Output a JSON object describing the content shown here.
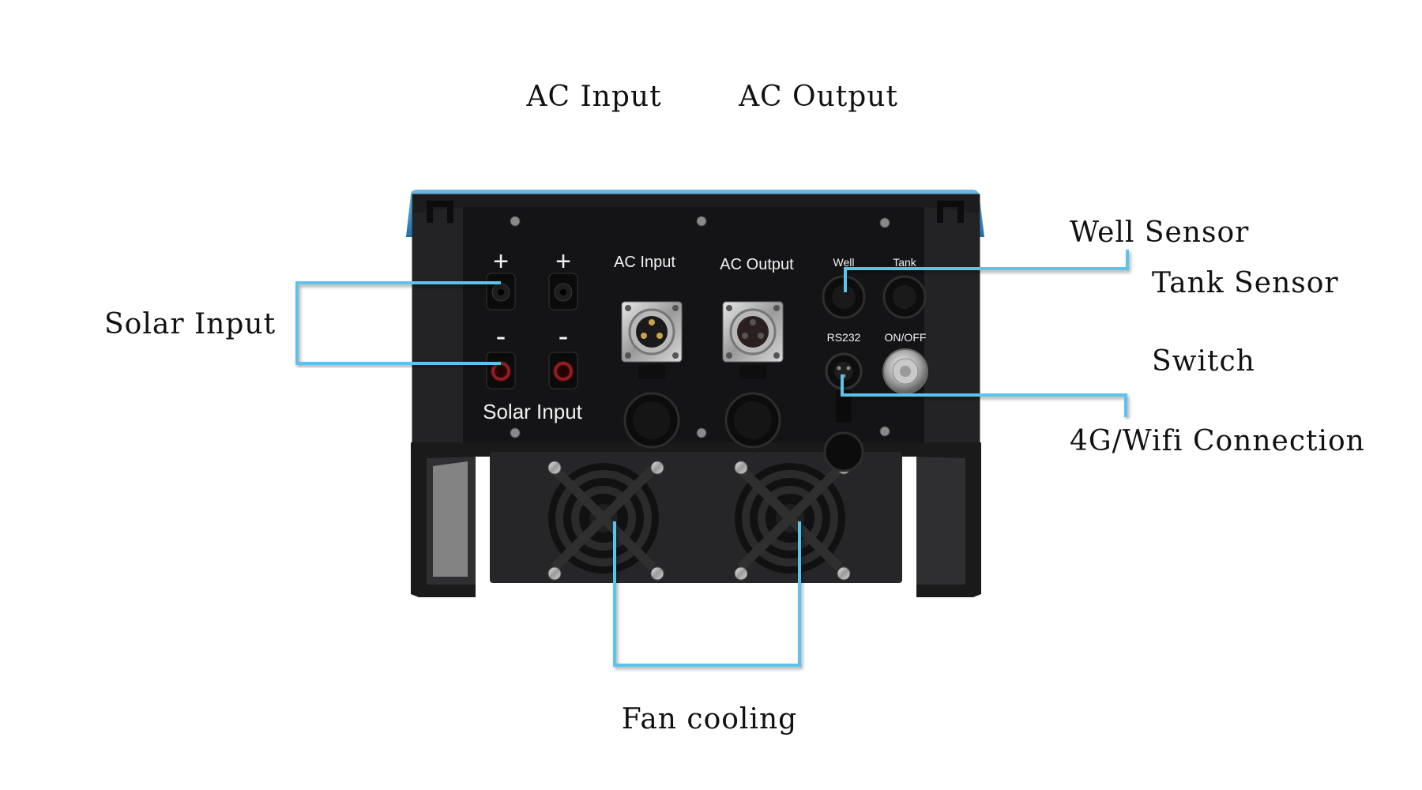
{
  "callouts": {
    "ac_input": "AC Input",
    "ac_output": "AC Output",
    "well_sensor": "Well Sensor",
    "tank_sensor": "Tank Sensor",
    "switch": "Switch",
    "connection": "4G/Wifi Connection",
    "solar_input": "Solar Input",
    "fan_cooling": "Fan cooling"
  },
  "panel": {
    "plus": "+",
    "minus": "-",
    "solar_input": "Solar Input",
    "ac_input": "AC Input",
    "ac_output": "AC Output",
    "well": "Well",
    "tank": "Tank",
    "rs232": "RS232",
    "on_off": "ON/OFF"
  },
  "colors": {
    "leader": "#5bc4ec",
    "device_body": "#1b1b1d",
    "device_frame": "#2c80b8"
  }
}
